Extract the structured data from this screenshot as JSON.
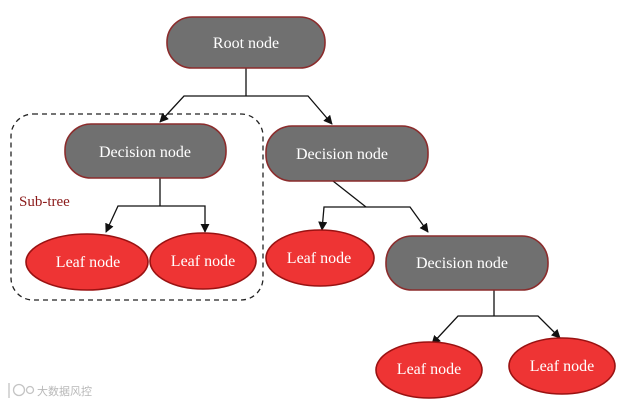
{
  "nodes": {
    "root": "Root node",
    "decision_left": "Decision node",
    "decision_right": "Decision node",
    "decision_lower": "Decision node",
    "leaf_1": "Leaf node",
    "leaf_2": "Leaf node",
    "leaf_3": "Leaf node",
    "leaf_4": "Leaf node",
    "leaf_5": "Leaf node"
  },
  "subtree_label": "Sub-tree",
  "watermark": "大数据风控",
  "colors": {
    "decision_fill": "#707070",
    "decision_border": "#8b2c2c",
    "leaf_fill": "#ee3434",
    "leaf_border": "#9a1212",
    "subtree_text": "#8b1a1a"
  }
}
